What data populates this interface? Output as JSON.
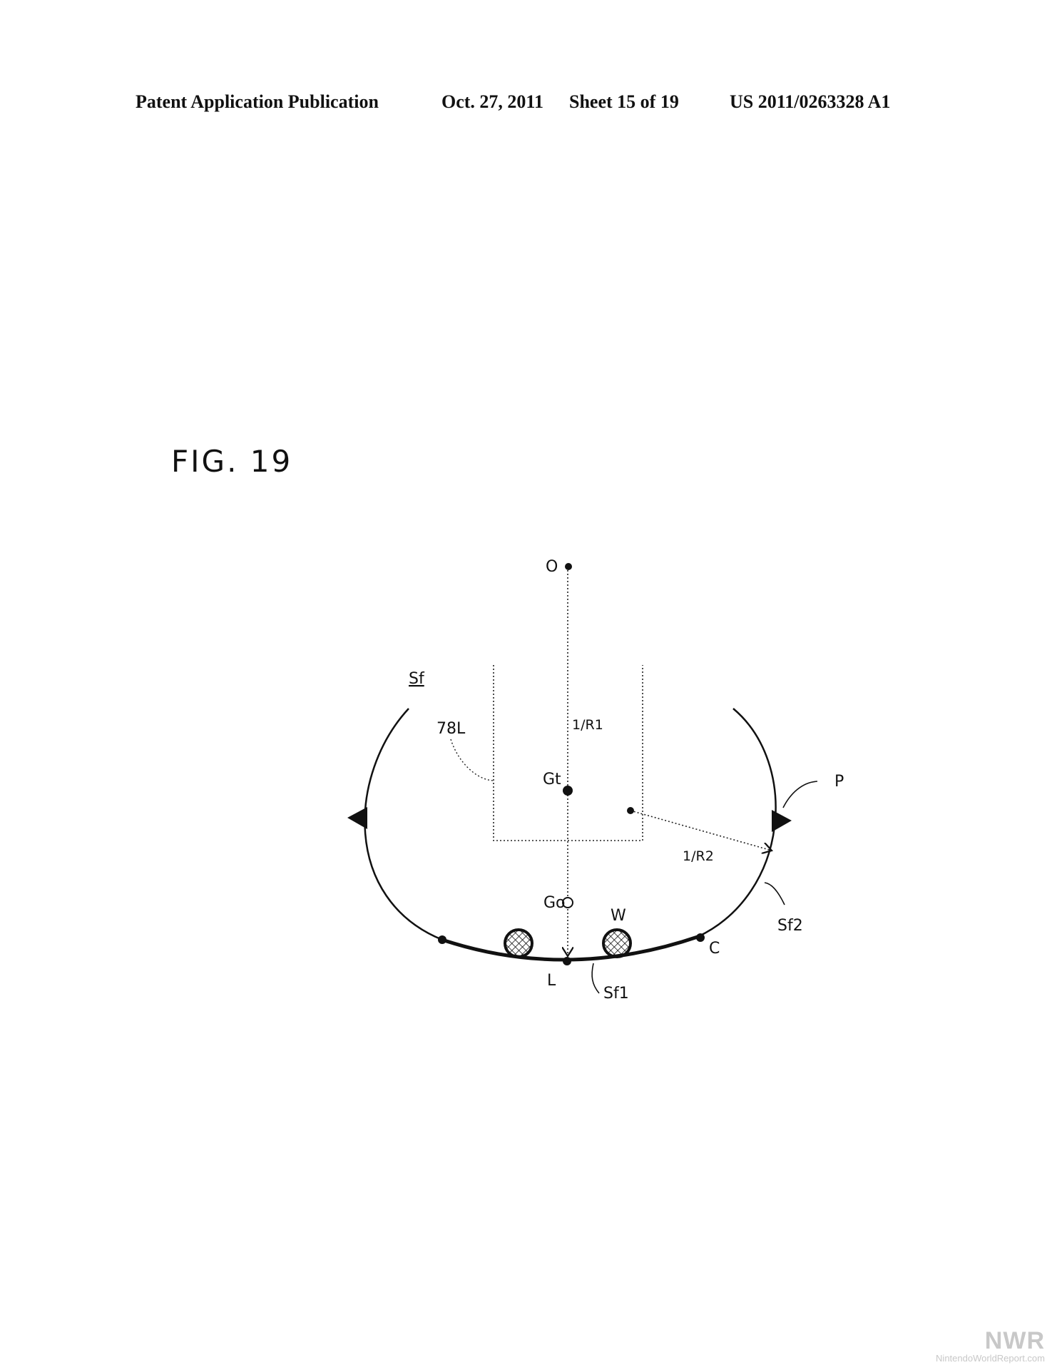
{
  "header": {
    "publication": "Patent Application Publication",
    "date": "Oct. 27, 2011",
    "sheet": "Sheet 15 of 19",
    "number": "US 2011/0263328 A1"
  },
  "figure": {
    "label": "FIG. 19",
    "labels": {
      "O": "O",
      "Sf": "Sf",
      "ref_78L": "78L",
      "r1": "1/R1",
      "Gt": "Gt",
      "P": "P",
      "r2": "1/R2",
      "Go": "Go",
      "W": "W",
      "C": "C",
      "Sf2": "Sf2",
      "L": "L",
      "Sf1": "Sf1"
    }
  },
  "watermark": {
    "logo": "NWR",
    "site": "NintendoWorldReport.com"
  }
}
